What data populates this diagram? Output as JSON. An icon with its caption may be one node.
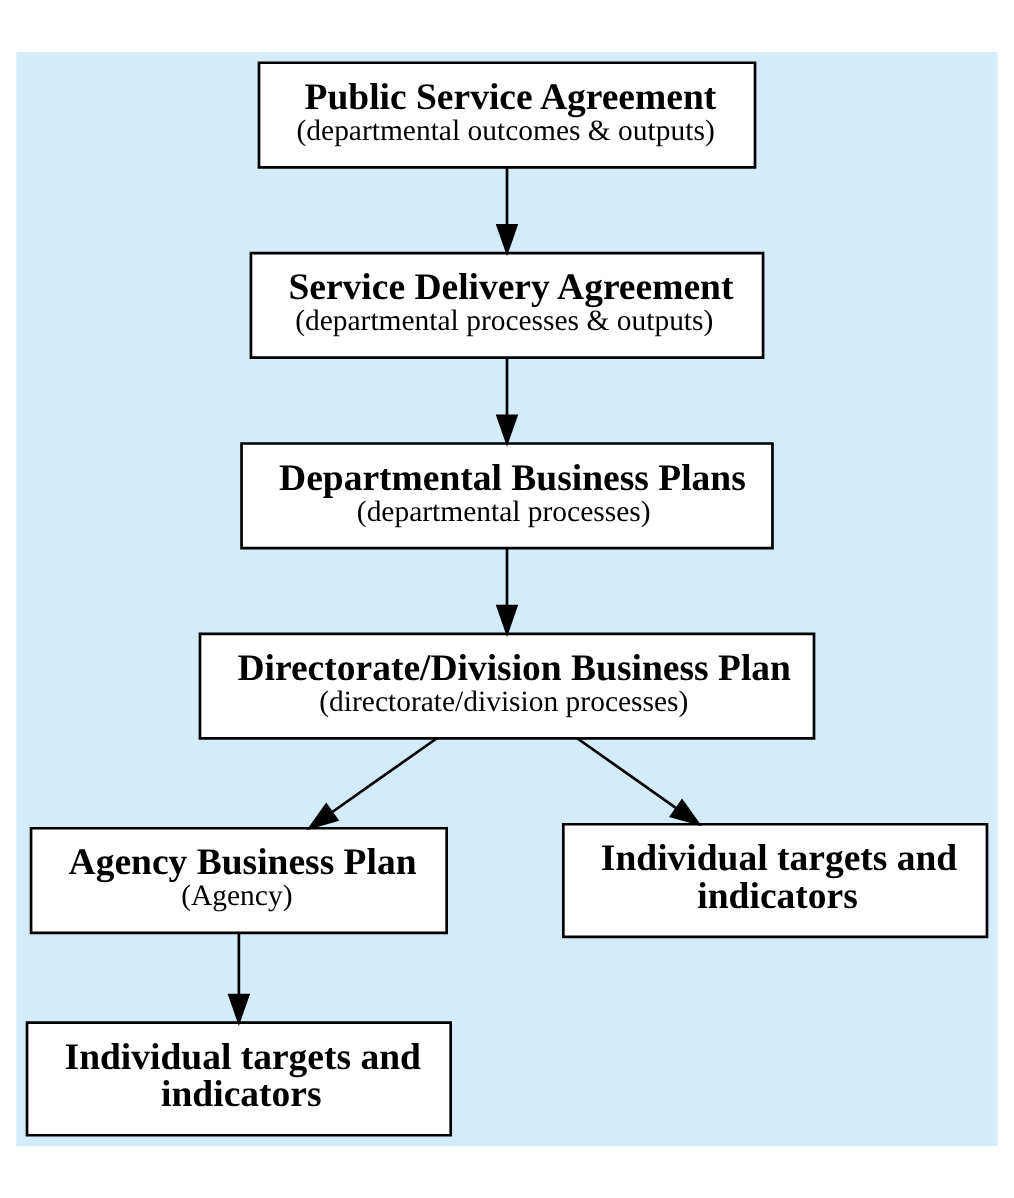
{
  "diagram": {
    "nodes": [
      {
        "text": [
          "Public Service Agreement",
          "(departmental outcomes & outputs)"
        ]
      },
      {
        "text": [
          "Service Delivery Agreement",
          "(departmental processes & outputs)"
        ]
      },
      {
        "text": [
          "Departmental Business Plans",
          "(departmental processes)"
        ]
      },
      {
        "text": [
          "Directorate/Division Business Plan",
          "(directorate/division processes)"
        ]
      },
      {
        "text": [
          "Agency Business Plan",
          "(Agency)"
        ]
      },
      {
        "text": [
          "Individual targets and indicators"
        ]
      },
      {
        "text": [
          "Individual targets and indicators"
        ]
      }
    ],
    "edges": [
      {
        "from": 0,
        "to": 1,
        "arrow": "to"
      },
      {
        "from": 1,
        "to": 2,
        "arrow": "to"
      },
      {
        "from": 2,
        "to": 3,
        "arrow": "to"
      },
      {
        "from": 3,
        "to": 4,
        "arrow": "to"
      },
      {
        "from": 3,
        "to": 5,
        "arrow": "to"
      },
      {
        "from": 4,
        "to": 6,
        "arrow": "to"
      }
    ]
  }
}
